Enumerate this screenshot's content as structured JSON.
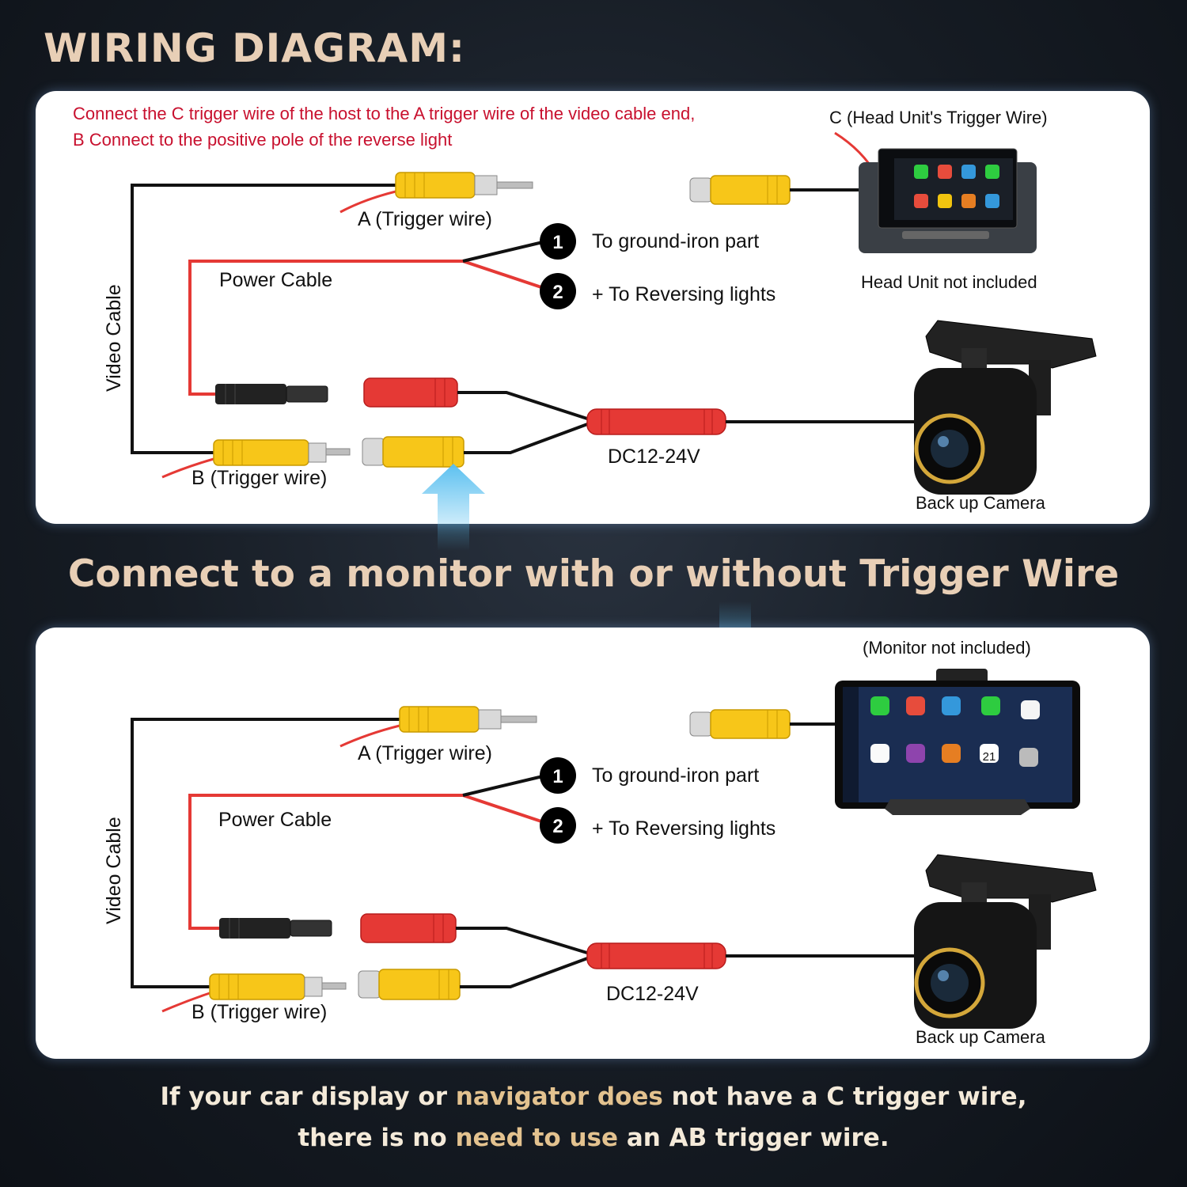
{
  "title": "WIRING DIAGRAM:",
  "subtitle": "Connect to a monitor with or without Trigger Wire",
  "top_panel": {
    "note_line1": "Connect the C trigger wire of the host to the A trigger wire of the video cable end,",
    "note_line2": "B Connect to the positive pole of the reverse light",
    "head_unit_label": "C (Head Unit's Trigger Wire)",
    "head_unit_caption": "Head Unit not included",
    "a_trigger": "A (Trigger wire)",
    "b_trigger": "B (Trigger wire)",
    "video_cable": "Video Cable",
    "power_cable": "Power Cable",
    "marker1": "1",
    "marker2": "2",
    "ground_label": "To ground-iron part",
    "reversing_label": "+ To Reversing lights",
    "voltage": "DC12-24V",
    "camera_caption": "Back up Camera"
  },
  "bottom_panel": {
    "monitor_caption": "(Monitor not included)",
    "monitor_day": "21",
    "a_trigger": "A (Trigger wire)",
    "b_trigger": "B (Trigger wire)",
    "video_cable": "Video Cable",
    "power_cable": "Power Cable",
    "marker1": "1",
    "marker2": "2",
    "ground_label": "To ground-iron part",
    "reversing_label": "+ To Reversing lights",
    "voltage": "DC12-24V",
    "camera_caption": "Back up Camera"
  },
  "footer": {
    "l1_a": "If your car display or ",
    "l1_b": "navigator does",
    "l1_c": " not have a C trigger wire,",
    "l2_a": "there is no ",
    "l2_b": "need to use",
    "l2_c": " an AB trigger wire."
  },
  "colors": {
    "rca_yellow": "#f7c619",
    "power_red": "#e53935",
    "cable_black": "#111111",
    "title_beige": "#e8cfb6",
    "note_red": "#c8102e",
    "arrow_blue": "#5bc0f0"
  }
}
